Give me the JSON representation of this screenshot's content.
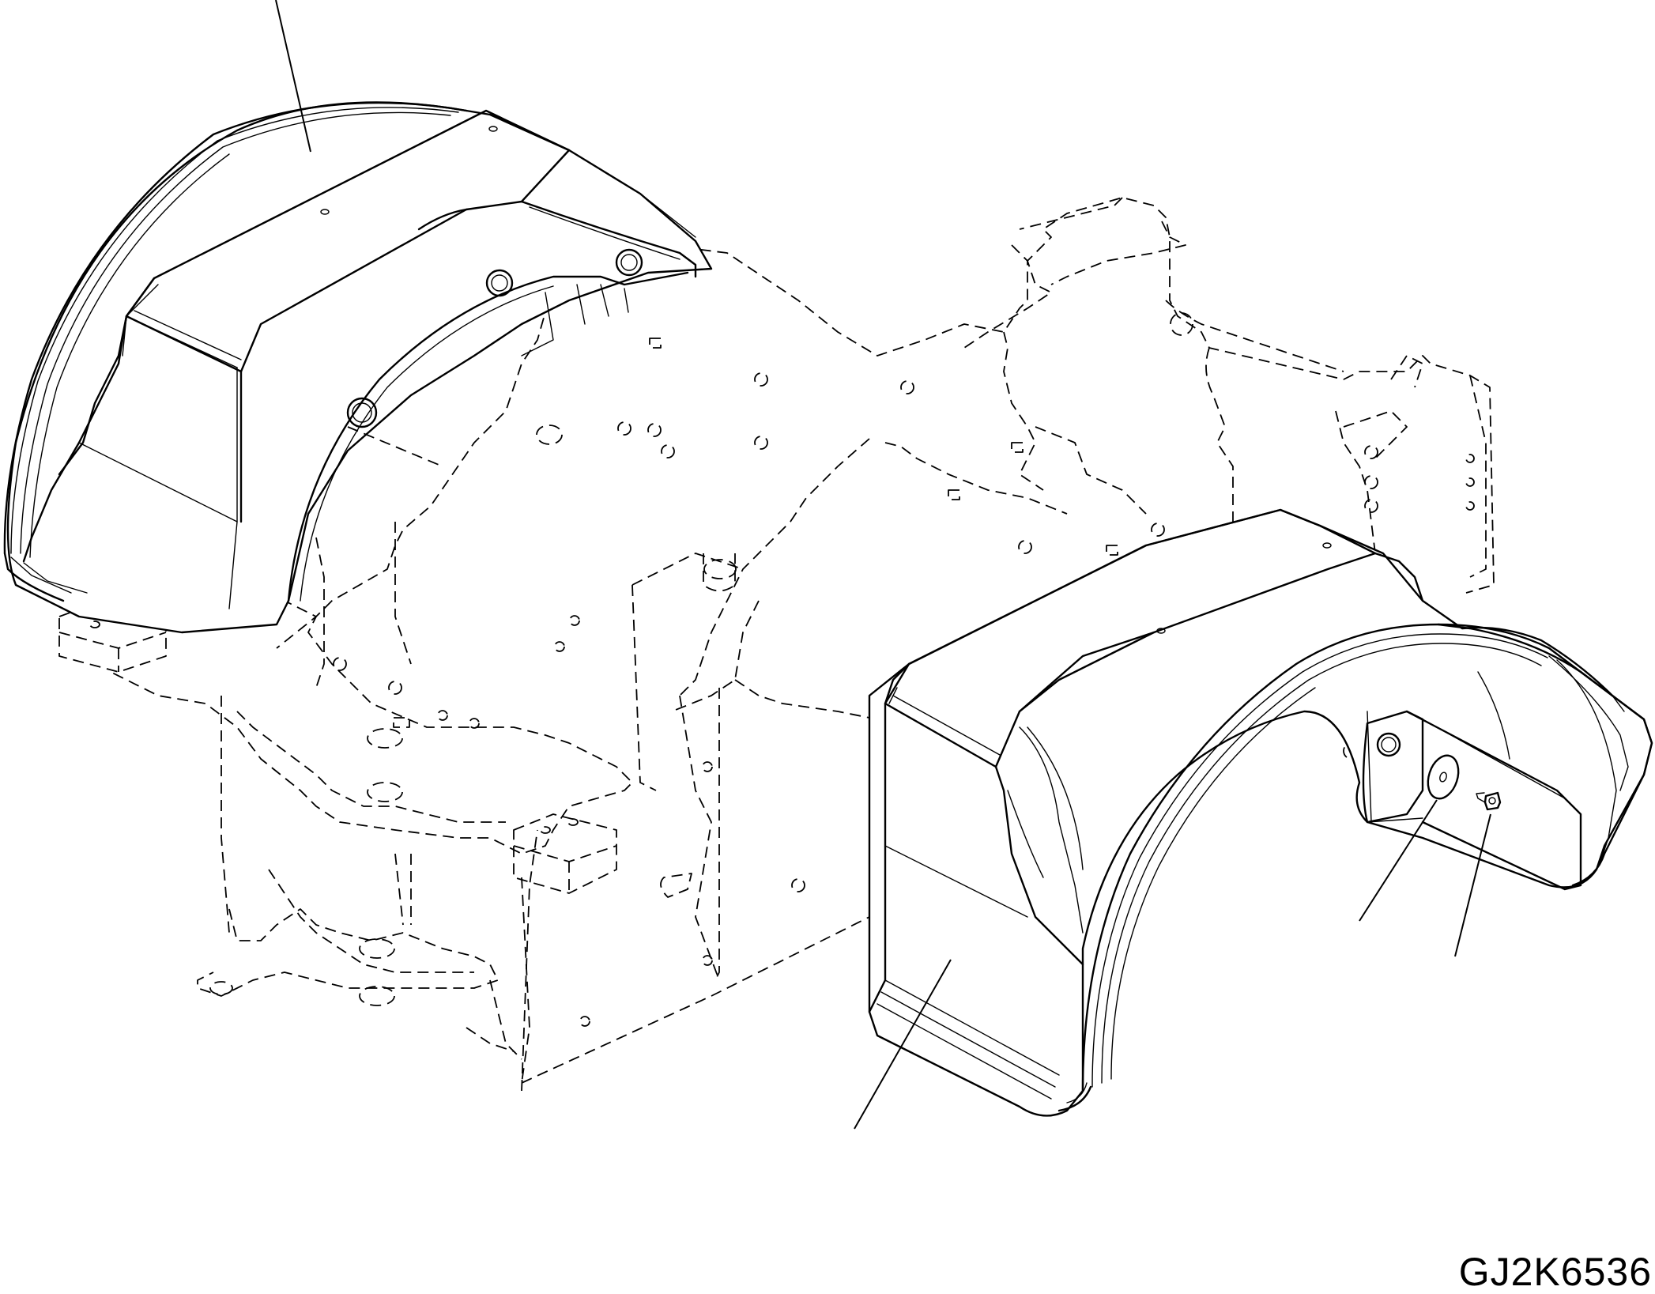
{
  "figure": {
    "id_label": "GJ2K6536"
  },
  "parts": [
    {
      "name": "left-fender"
    },
    {
      "name": "right-fender"
    },
    {
      "name": "washer"
    },
    {
      "name": "bolt"
    }
  ],
  "colors": {
    "line": "#000000",
    "background": "#ffffff"
  }
}
